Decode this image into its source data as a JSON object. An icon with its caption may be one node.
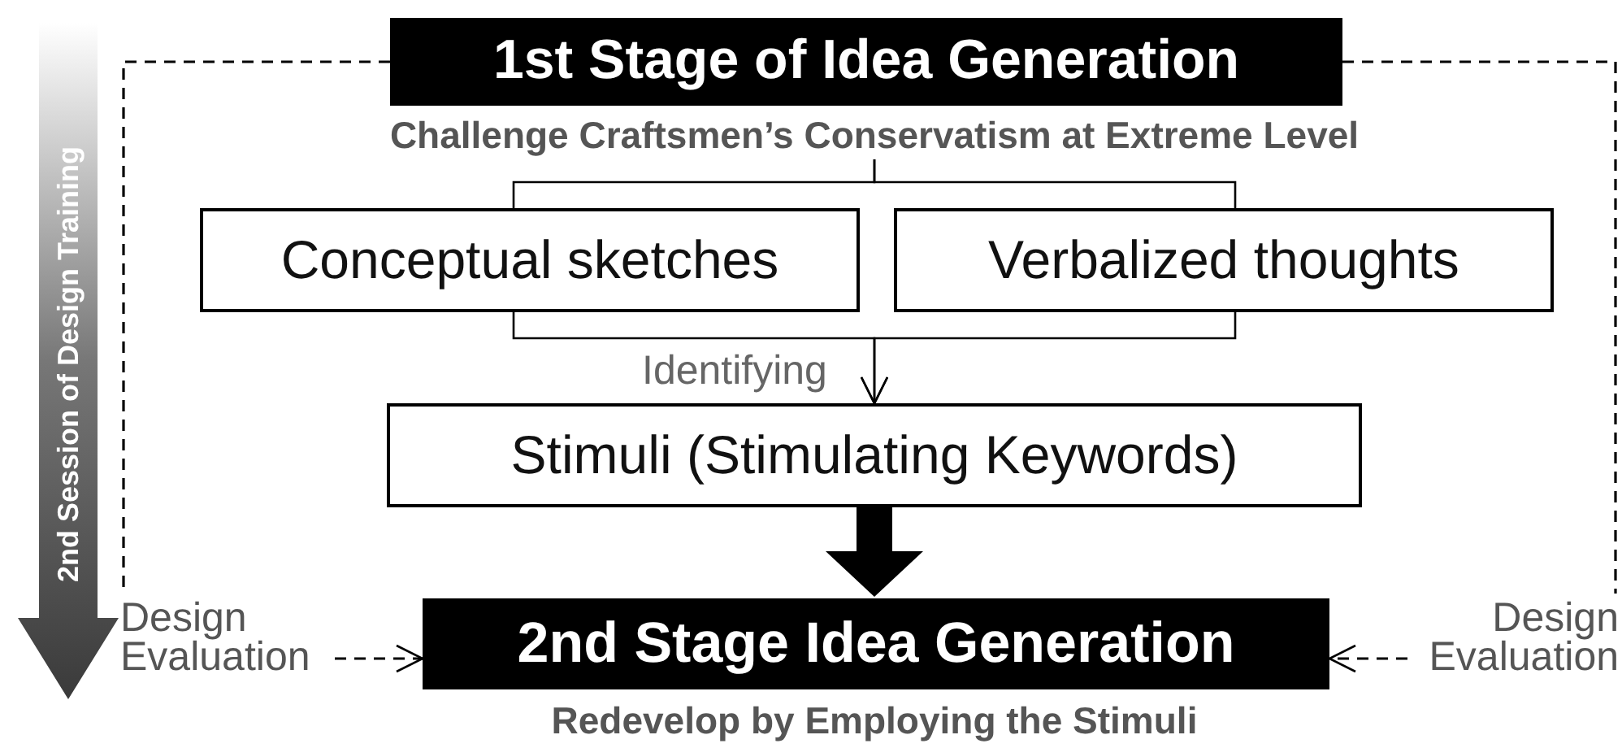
{
  "diagram": {
    "nodes": [
      {
        "text": [
          "1st Stage of Idea Generation"
        ],
        "beside": [
          "Challenge Craftsmen’s Conservatism at Extreme Level"
        ]
      },
      {
        "text": [
          "Conceptual sketches"
        ]
      },
      {
        "text": [
          "Verbalized thoughts"
        ]
      },
      {
        "text": [
          "Stimuli (Stimulating Keywords)"
        ]
      },
      {
        "text": [
          "2nd Stage Idea Generation"
        ],
        "beside": [
          "Redevelop by Employing the Stimuli"
        ]
      },
      {
        "text": [
          "Design Evaluation"
        ]
      },
      {
        "text": [
          "Design Evaluation"
        ]
      },
      {
        "text": [
          "2nd Session of Design Training"
        ]
      }
    ],
    "edges": [
      {
        "from": 0,
        "to": 1,
        "arrow": "none"
      },
      {
        "from": 0,
        "to": 2,
        "arrow": "none"
      },
      {
        "from": 1,
        "to": 3,
        "arrow": "to",
        "label": "Identifying"
      },
      {
        "from": 2,
        "to": 3,
        "arrow": "to"
      },
      {
        "from": 3,
        "to": 4,
        "arrow": "to",
        "style": "thick"
      },
      {
        "from": 0,
        "to": 5,
        "arrow": "none",
        "style": "dashed"
      },
      {
        "from": 0,
        "to": 6,
        "arrow": "none",
        "style": "dashed"
      },
      {
        "from": 5,
        "to": 4,
        "arrow": "to",
        "style": "dashed"
      },
      {
        "from": 6,
        "to": 4,
        "arrow": "to",
        "style": "dashed"
      }
    ]
  }
}
